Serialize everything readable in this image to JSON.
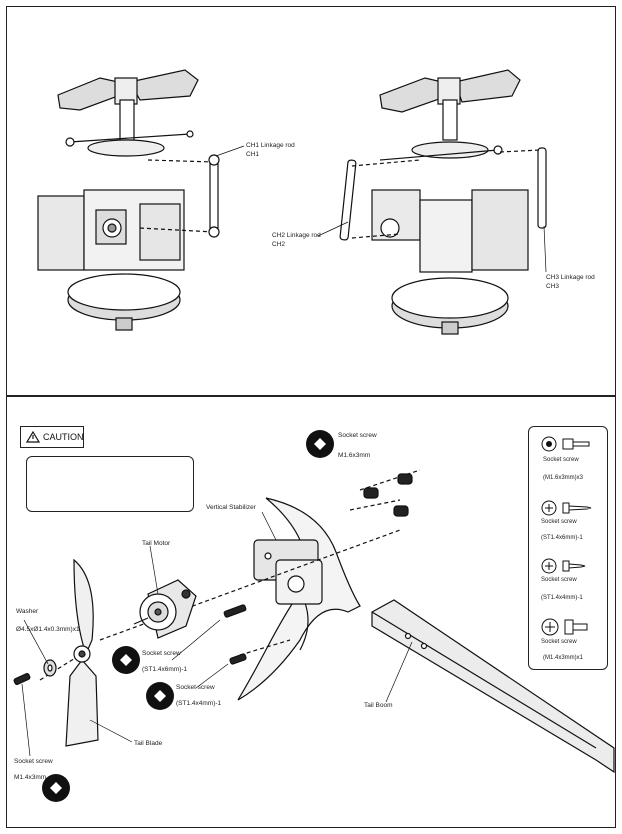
{
  "top": {
    "ch1_label": "CH1 Linkage rod",
    "ch1_code": "CH1",
    "ch2_label": "CH2 Linkage rod",
    "ch2_code": "CH2",
    "ch3_label": "CH3 Linkage rod",
    "ch3_code": "CH3"
  },
  "bottom": {
    "caution": "CAUTION",
    "socket_screw_top": "Socket screw",
    "socket_screw_top_size": "M1.6x3mm",
    "vertical_stabilizer": "Vertical Stabilizer",
    "tail_motor": "Tail Motor",
    "washer": "Washer",
    "washer_size": "Ø4.5xØ1.4x0.3mm)x1",
    "socket_screw_mid1": "Socket screw",
    "socket_screw_mid1_size": "(ST1.4x6mm)-1",
    "socket_screw_mid2": "Socket screw",
    "socket_screw_mid2_size": "(ST1.4x4mm)-1",
    "tail_boom": "Tail Boom",
    "tail_blade": "Tail Blade",
    "socket_screw_bottom": "Socket screw",
    "socket_screw_bottom_size": "M1.4x3mm"
  },
  "legend": {
    "item1_label": "Socket screw",
    "item1_size": "(M1.6x3mm)x3",
    "item2_label": "Socket screw",
    "item2_size": "(ST1.4x6mm)-1",
    "item3_label": "Socket screw",
    "item3_size": "(ST1.4x4mm)-1",
    "item4_label": "Socket screw",
    "item4_size": "(M1.4x3mm)x1"
  },
  "icons": [
    "hex-wrench-icon",
    "caution-icon",
    "phillips-screw-icon",
    "socket-screw-icon",
    "washer-icon"
  ]
}
